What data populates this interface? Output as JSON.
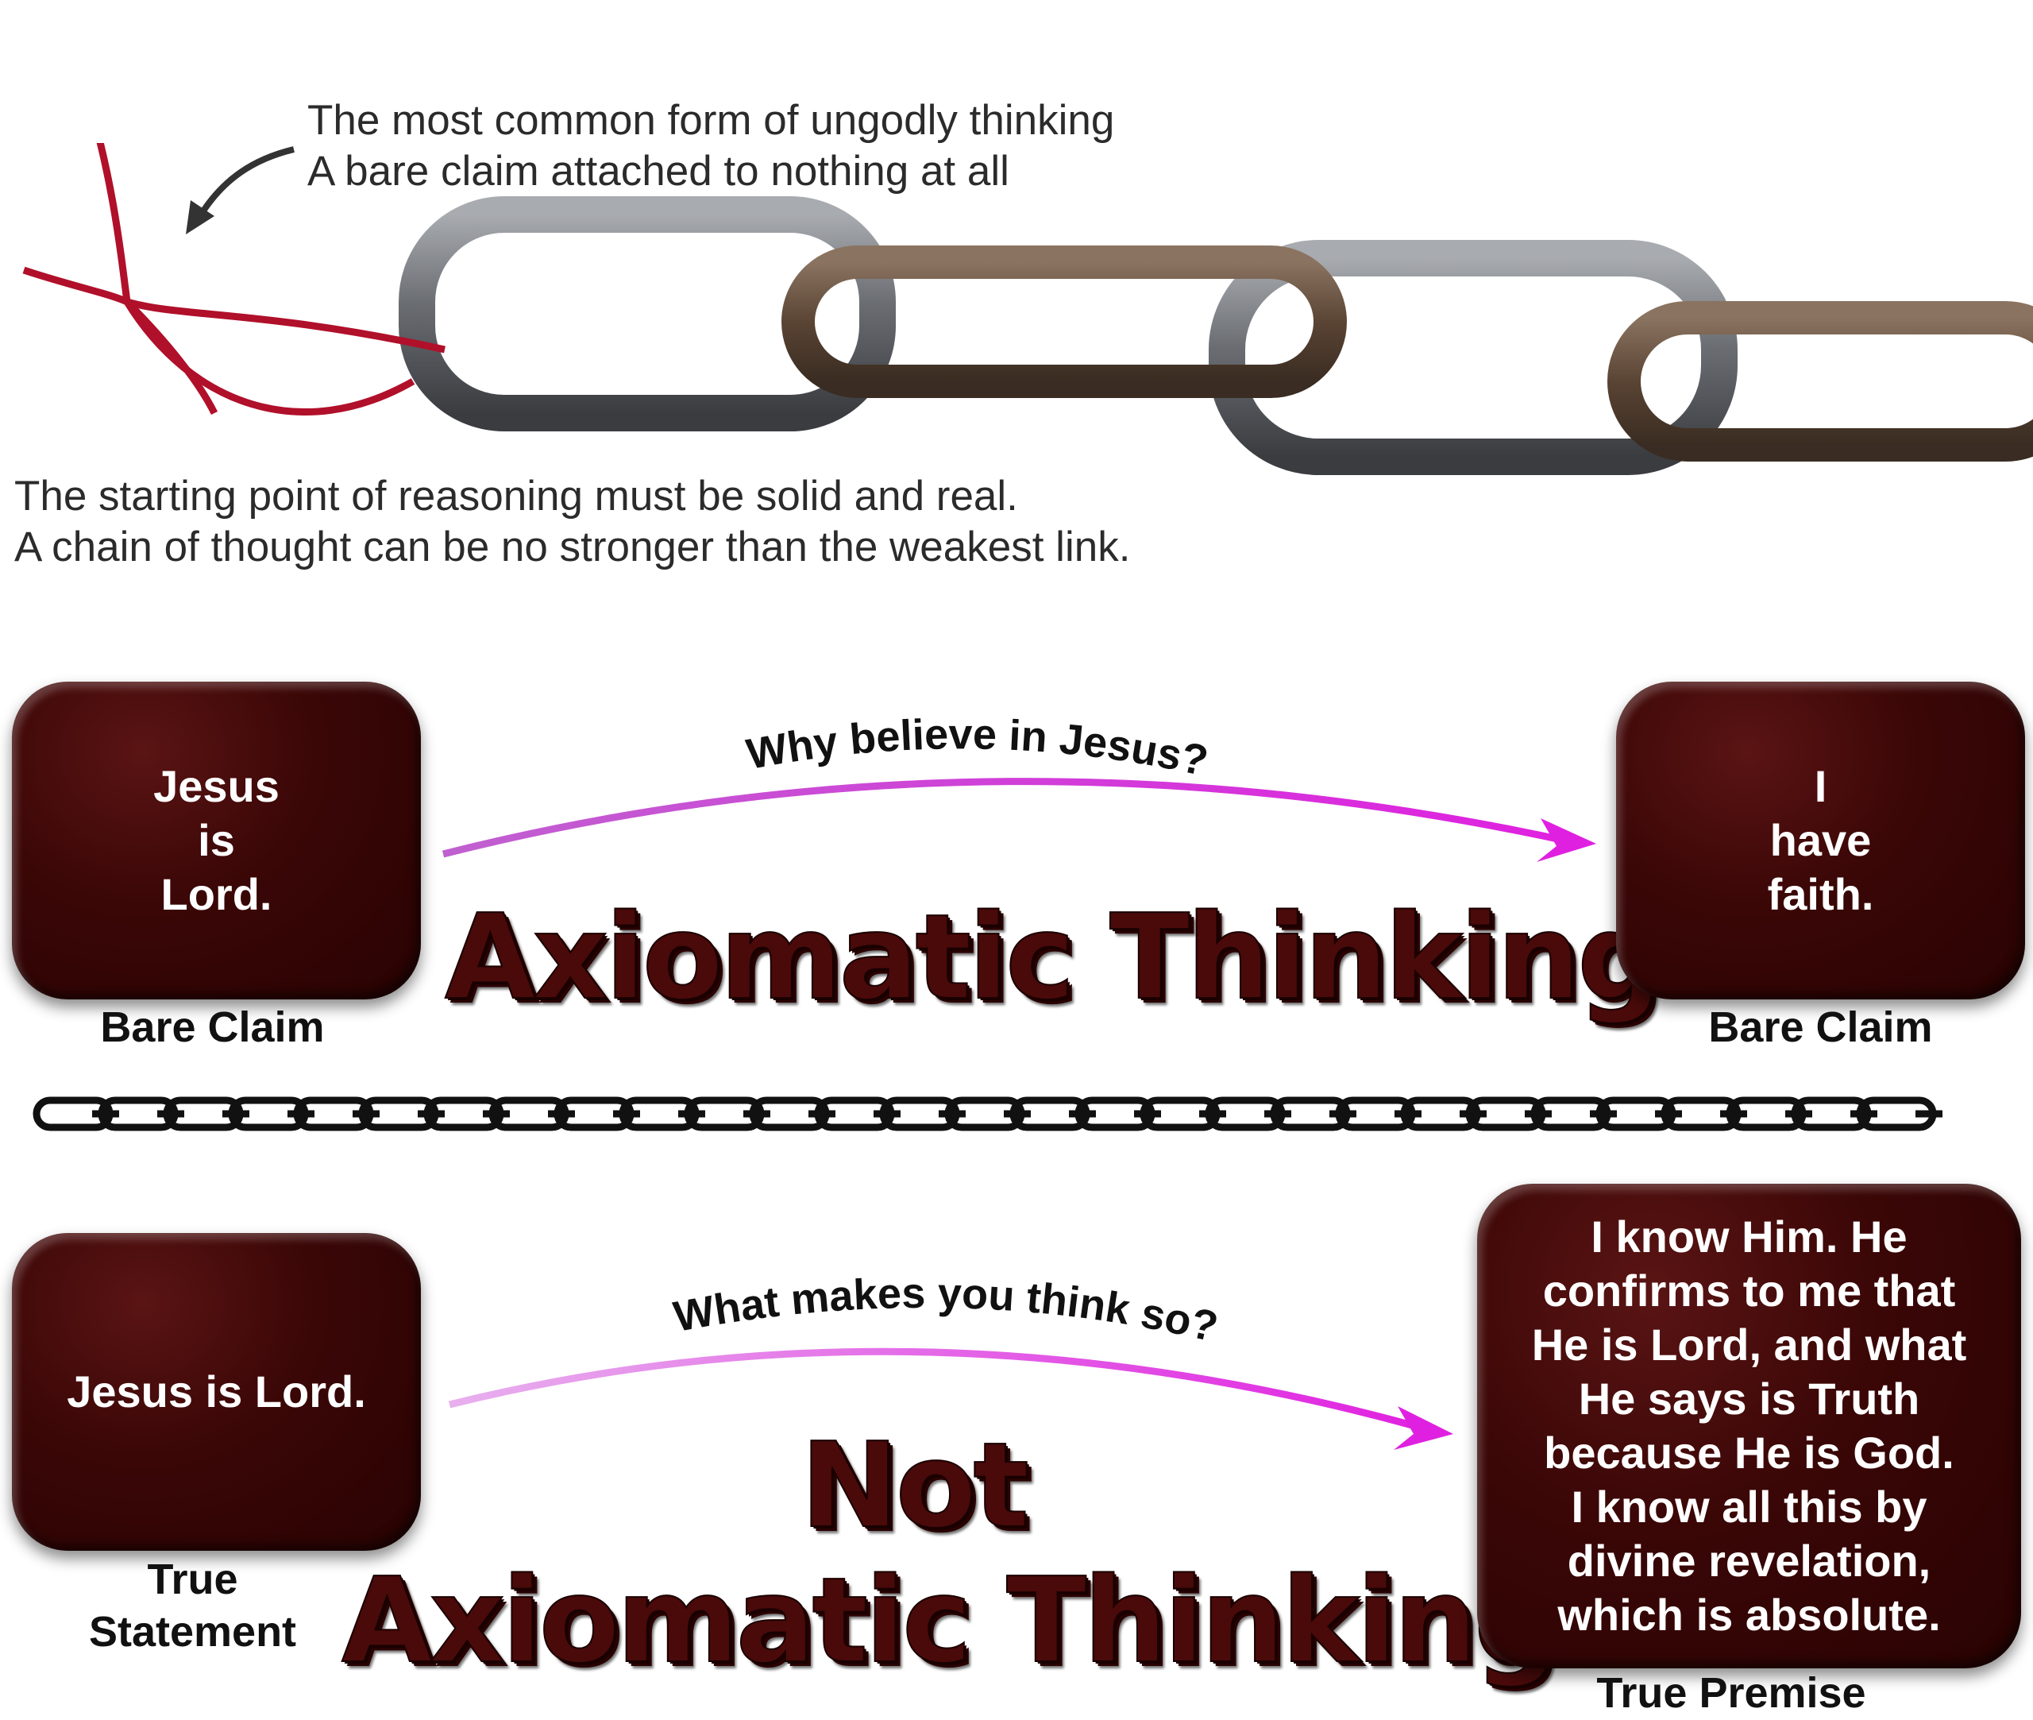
{
  "top": {
    "note_top": [
      "The most common form of ungodly thinking",
      "A bare claim attached to nothing at all"
    ],
    "note_bottom": [
      "The starting point of reasoning must be solid and real.",
      "A chain of thought can be no stronger than the weakest link."
    ]
  },
  "axiomatic": {
    "left_box": "Jesus\nis\nLord.",
    "left_caption": "Bare Claim",
    "question": "Why believe in Jesus?",
    "title": "Axiomatic Thinking",
    "right_box": "I\nhave\nfaith.",
    "right_caption": "Bare Claim"
  },
  "not_axiomatic": {
    "left_box": "Jesus is Lord.",
    "left_caption_line1": "True",
    "left_caption_line2": "Statement",
    "question": "What makes you think so?",
    "title_line1": "Not",
    "title_line2": "Axiomatic Thinking",
    "right_box": "I know Him. He\nconfirms to me that\nHe is Lord, and what\nHe says is Truth\nbecause He is God.\nI know all this by\ndivine revelation,\nwhich is absolute.",
    "right_caption": "True Premise"
  },
  "colors": {
    "box": "#3a0606",
    "title": "#4a0a0a",
    "arrow": "#e020e0",
    "ribbon": "#b0102a",
    "chain": "#5e6166"
  },
  "icons": {
    "chain_photo": "chain-links-photo",
    "ribbon": "red-ribbon",
    "pointer": "curved-arrow-icon",
    "divider": "chain-divider"
  }
}
